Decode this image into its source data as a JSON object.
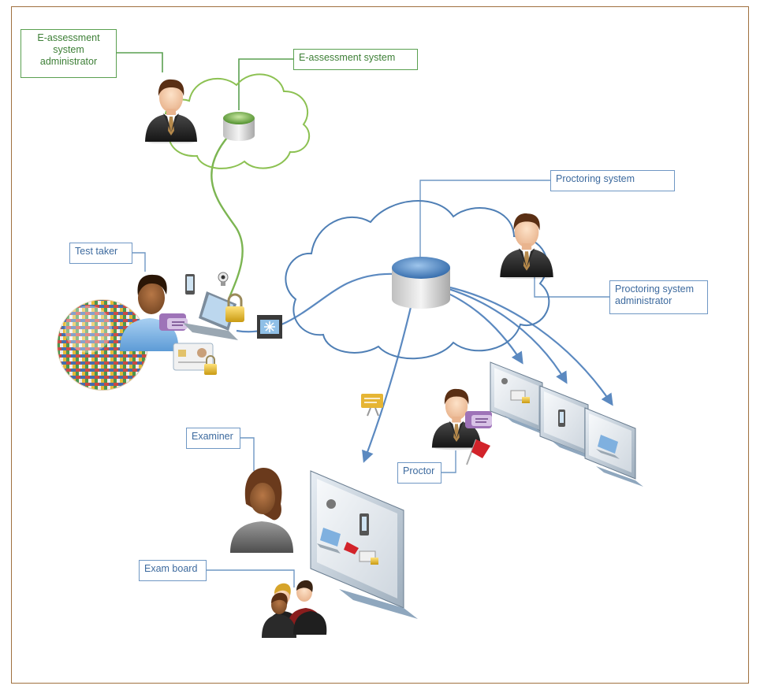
{
  "labels": {
    "eassess_admin": [
      "E-assessment",
      "system",
      "administrator"
    ],
    "eassess_system": "E-assessment system",
    "proctoring_system": "Proctoring system",
    "proctoring_admin": [
      "Proctoring system",
      "administrator"
    ],
    "test_taker": "Test taker",
    "examiner": "Examiner",
    "proctor": "Proctor",
    "exam_board": "Exam board"
  },
  "colors": {
    "frame": "#a0703f",
    "green_line": "#7cb552",
    "green_label": "#5aa050",
    "blue_line": "#5b89c0",
    "blue_label": "#6f97c4",
    "cloud_green": "#8cc152",
    "cloud_blue": "#4f7fb5"
  },
  "icons": [
    "person-admin-icon",
    "database-icon",
    "cloud-icon",
    "globe-flags-icon",
    "laptop-icon",
    "lock-icon",
    "phone-icon",
    "webcam-icon",
    "id-card-icon",
    "video-film-icon",
    "monitor-icon",
    "chat-bubble-icon",
    "flag-icon",
    "certificate-icon",
    "group-icon"
  ]
}
